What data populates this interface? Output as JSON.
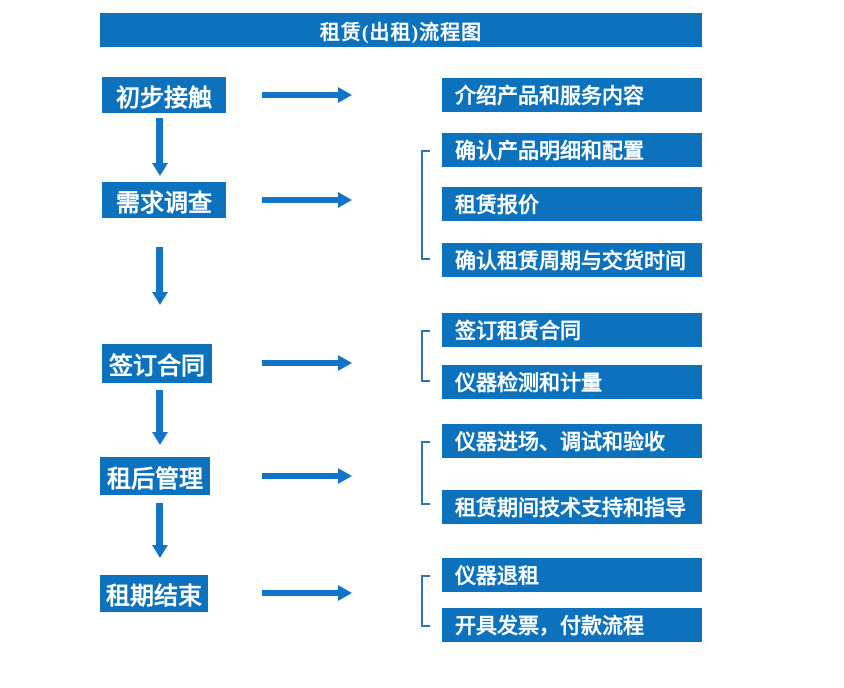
{
  "title": "租赁(出租)流程图",
  "colors": {
    "box_blue": "#0d72be",
    "arrow_blue": "#1273c8",
    "bracket_blue": "#2e75b6"
  },
  "steps": [
    {
      "label": "初步接触"
    },
    {
      "label": "需求调查"
    },
    {
      "label": "签订合同"
    },
    {
      "label": "租后管理"
    },
    {
      "label": "租期结束"
    }
  ],
  "details": [
    {
      "label": "介绍产品和服务内容"
    },
    {
      "label": "确认产品明细和配置"
    },
    {
      "label": "租赁报价"
    },
    {
      "label": "确认租赁周期与交货时间"
    },
    {
      "label": "签订租赁合同"
    },
    {
      "label": "仪器检测和计量"
    },
    {
      "label": "仪器进场、调试和验收"
    },
    {
      "label": "租赁期间技术支持和指导"
    },
    {
      "label": "仪器退租"
    },
    {
      "label": "开具发票，付款流程"
    }
  ]
}
